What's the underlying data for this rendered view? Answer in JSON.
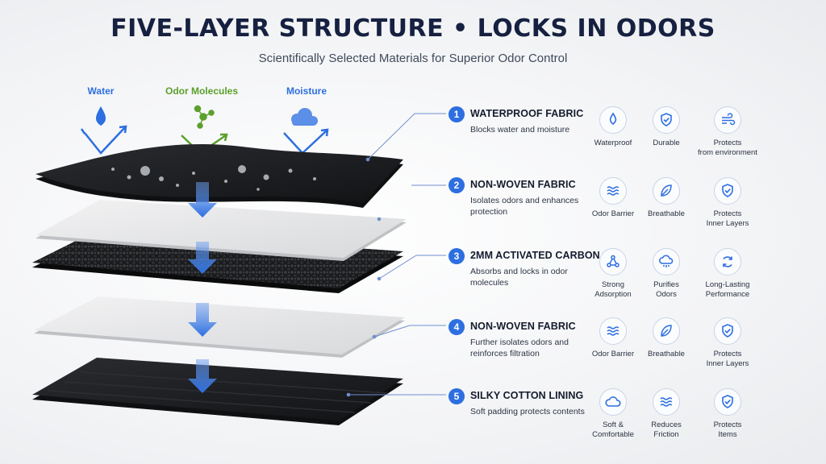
{
  "title": "FIVE-LAYER STRUCTURE • LOCKS IN ODORS",
  "subtitle": "Scientifically Selected Materials for Superior Odor Control",
  "inputs": [
    {
      "label": "Water",
      "color": "#2d6fe0",
      "icon": "water-drop-icon"
    },
    {
      "label": "Odor Molecules",
      "color": "#5aa02c",
      "icon": "molecule-icon"
    },
    {
      "label": "Moisture",
      "color": "#2d6fe0",
      "icon": "cloud-drop-icon"
    }
  ],
  "layers": [
    {
      "number": "1",
      "title": "WATERPROOF FABRIC",
      "description": "Blocks water and moisture",
      "features": [
        {
          "label": "Waterproof",
          "icon": "water-drop-icon"
        },
        {
          "label": "Durable",
          "icon": "shield-check-icon"
        },
        {
          "label": "Protects\nfrom environment",
          "icon": "wind-icon"
        }
      ]
    },
    {
      "number": "2",
      "title": "NON-WOVEN FABRIC",
      "description": "Isolates odors and enhances protection",
      "features": [
        {
          "label": "Odor Barrier",
          "icon": "waves-icon"
        },
        {
          "label": "Breathable",
          "icon": "leaf-icon"
        },
        {
          "label": "Protects\nInner Layers",
          "icon": "shield-check-icon"
        }
      ]
    },
    {
      "number": "3",
      "title": "2MM ACTIVATED CARBON",
      "description": "Absorbs and locks in odor molecules",
      "features": [
        {
          "label": "Strong\nAdsorption",
          "icon": "molecule-icon"
        },
        {
          "label": "Purifies\nOdors",
          "icon": "cloud-rain-icon"
        },
        {
          "label": "Long-Lasting\nPerformance",
          "icon": "cycle-icon"
        }
      ]
    },
    {
      "number": "4",
      "title": "NON-WOVEN FABRIC",
      "description": "Further isolates odors and reinforces filtration",
      "features": [
        {
          "label": "Odor Barrier",
          "icon": "waves-icon"
        },
        {
          "label": "Breathable",
          "icon": "leaf-icon"
        },
        {
          "label": "Protects\nInner Layers",
          "icon": "shield-check-icon"
        }
      ]
    },
    {
      "number": "5",
      "title": "SILKY COTTON LINING",
      "description": "Soft padding protects contents",
      "features": [
        {
          "label": "Soft &\nComfortable",
          "icon": "cloud-icon"
        },
        {
          "label": "Reduces\nFriction",
          "icon": "waves-icon"
        },
        {
          "label": "Protects\nItems",
          "icon": "shield-check-icon"
        }
      ]
    }
  ],
  "colors": {
    "accent": "#2d6fe0",
    "odor": "#5aa02c",
    "dark_layer": "#1f2124",
    "light_layer": "#e6e7e8"
  }
}
